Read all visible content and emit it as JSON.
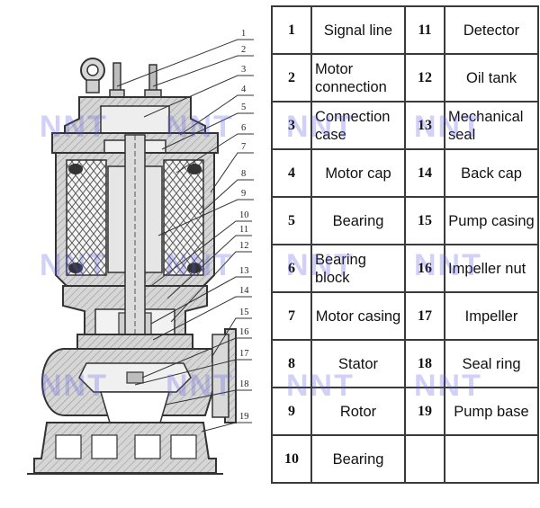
{
  "callouts": [
    "1",
    "2",
    "3",
    "4",
    "5",
    "6",
    "7",
    "8",
    "9",
    "10",
    "11",
    "12",
    "13",
    "14",
    "15",
    "16",
    "17",
    "18",
    "19"
  ],
  "watermark": "NNT",
  "parts": [
    {
      "num": "1",
      "name": "Signal line"
    },
    {
      "num": "2",
      "name": "Motor connection"
    },
    {
      "num": "3",
      "name": "Connection case"
    },
    {
      "num": "4",
      "name": "Motor cap"
    },
    {
      "num": "5",
      "name": "Bearing"
    },
    {
      "num": "6",
      "name": "Bearing block"
    },
    {
      "num": "7",
      "name": "Motor casing"
    },
    {
      "num": "8",
      "name": "Stator"
    },
    {
      "num": "9",
      "name": "Rotor"
    },
    {
      "num": "10",
      "name": "Bearing"
    },
    {
      "num": "11",
      "name": "Detector"
    },
    {
      "num": "12",
      "name": "Oil tank"
    },
    {
      "num": "13",
      "name": "Mechanical seal"
    },
    {
      "num": "14",
      "name": "Back cap"
    },
    {
      "num": "15",
      "name": "Pump casing"
    },
    {
      "num": "16",
      "name": "Impeller nut"
    },
    {
      "num": "17",
      "name": "Impeller"
    },
    {
      "num": "18",
      "name": "Seal ring"
    },
    {
      "num": "19",
      "name": "Pump base"
    },
    {
      "num": "",
      "name": ""
    }
  ]
}
